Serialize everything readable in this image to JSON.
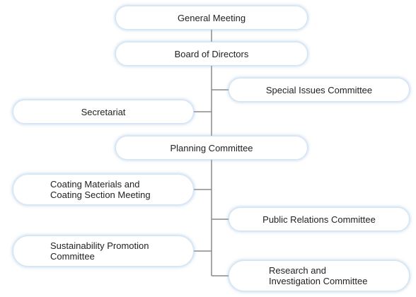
{
  "org_chart": {
    "line_color": "#8a8a8a",
    "border_color": "#d5e4f3",
    "nodes": {
      "general_meeting": "General Meeting",
      "board_of_directors": "Board of Directors",
      "special_issues_committee": "Special Issues Committee",
      "secretariat": "Secretariat",
      "planning_committee": "Planning Committee",
      "coating_materials_meeting": "Coating Materials and\nCoating Section Meeting",
      "public_relations_committee": "Public Relations Committee",
      "sustainability_committee": "Sustainability Promotion\nCommittee",
      "research_committee": "Research and\nInvestigation Committee"
    }
  }
}
